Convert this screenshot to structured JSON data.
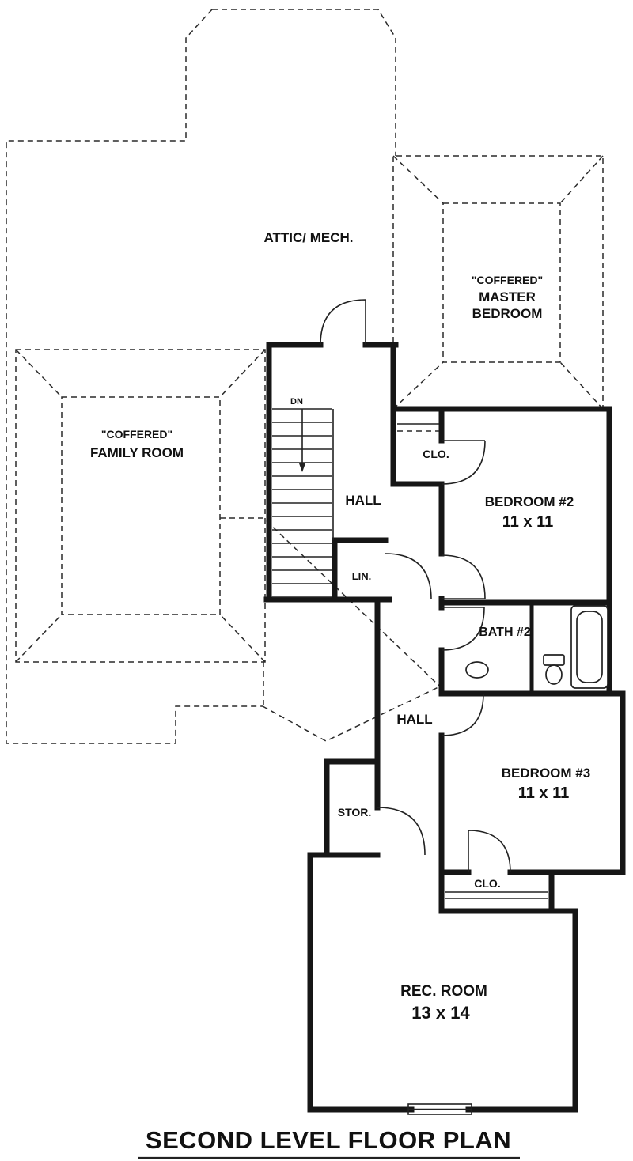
{
  "title": {
    "text": "SECOND LEVEL FLOOR PLAN"
  },
  "labels": {
    "attic": "ATTIC/ MECH.",
    "master": {
      "coffered": "\"COFFERED\"",
      "name1": "MASTER",
      "name2": "BEDROOM"
    },
    "family": {
      "coffered": "\"COFFERED\"",
      "name": "FAMILY ROOM"
    },
    "hall_upper": "HALL",
    "hall_lower": "HALL",
    "closet_upper": "CLO.",
    "closet_lower": "CLO.",
    "linen": "LIN.",
    "storage": "STOR.",
    "bath": {
      "name": "BATH #2"
    },
    "bedroom2": {
      "name": "BEDROOM #2",
      "dim": "11 x 11"
    },
    "bedroom3": {
      "name": "BEDROOM #3",
      "dim": "11 x 11"
    },
    "rec": {
      "name": "REC. ROOM",
      "dim": "13 x 14"
    },
    "stairs": {
      "dn": "DN"
    }
  },
  "colors": {
    "wall": "#161616",
    "dashed_line": "#2a2a2a",
    "background": "#ffffff",
    "text": "#111111"
  }
}
